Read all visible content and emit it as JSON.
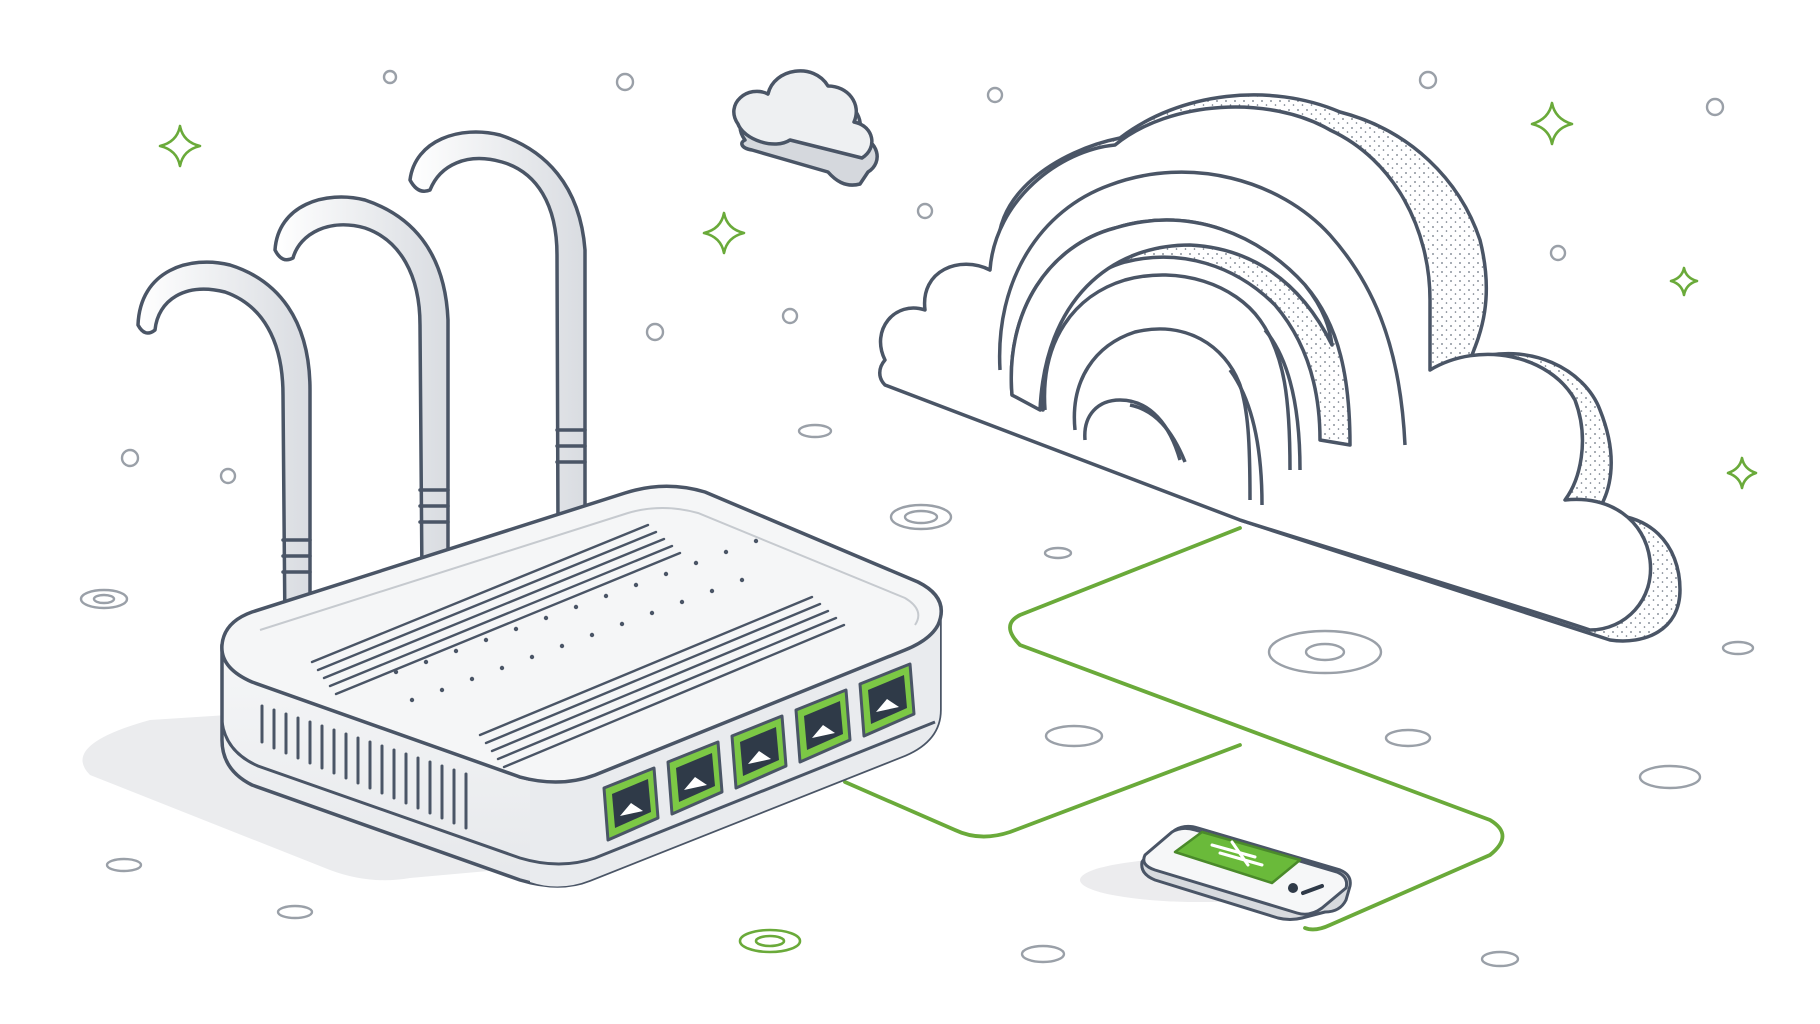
{
  "illustration": {
    "subject": "network-router-cloud-device",
    "icons": [
      "router-icon",
      "wifi-signal-icon",
      "cloud-icon",
      "small-cloud-icon",
      "mobile-device-icon",
      "ethernet-port-icon",
      "sparkle-icon"
    ],
    "router": {
      "antenna_count": 3,
      "ethernet_port_count": 5
    },
    "colors": {
      "outline": "#4a5566",
      "accent_green": "#6aaa3a",
      "bright_green": "#7cc845",
      "port_dark": "#2f3a48",
      "fill_light": "#f3f4f6",
      "fill_mid": "#e4e6ea",
      "shadow": "#ebecee",
      "dot_gray": "#9aa0a8",
      "background": "#ffffff"
    }
  }
}
